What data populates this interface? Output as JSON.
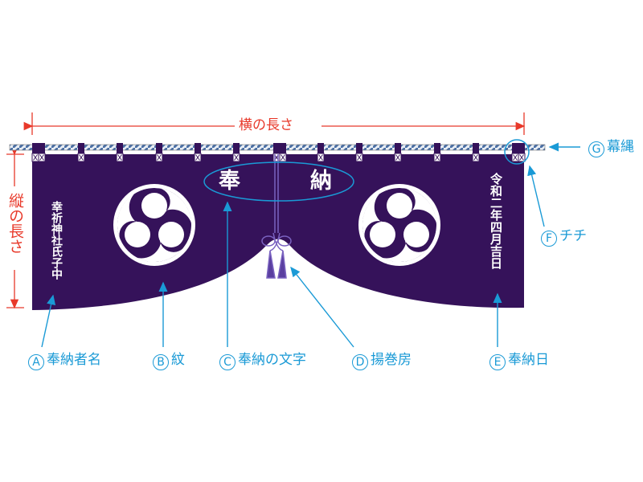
{
  "dimensions": {
    "width_label": "横の長さ",
    "height_label": "縦の長さ"
  },
  "curtain": {
    "donor_text": "幸祈神社氏子中",
    "date_text": "令和二年四月吉日",
    "offering_chars": [
      "奉",
      "納"
    ]
  },
  "callouts": [
    {
      "letter": "A",
      "label": "奉納者名"
    },
    {
      "letter": "B",
      "label": "紋"
    },
    {
      "letter": "C",
      "label": "奉納の文字"
    },
    {
      "letter": "D",
      "label": "揚巻房"
    },
    {
      "letter": "E",
      "label": "奉納日"
    },
    {
      "letter": "F",
      "label": "チチ"
    },
    {
      "letter": "G",
      "label": "幕縄"
    }
  ],
  "colors": {
    "curtain": "#35125a",
    "dimension": "#e8392a",
    "callout": "#1a9ad6",
    "tassel": "#5a3fa0"
  }
}
